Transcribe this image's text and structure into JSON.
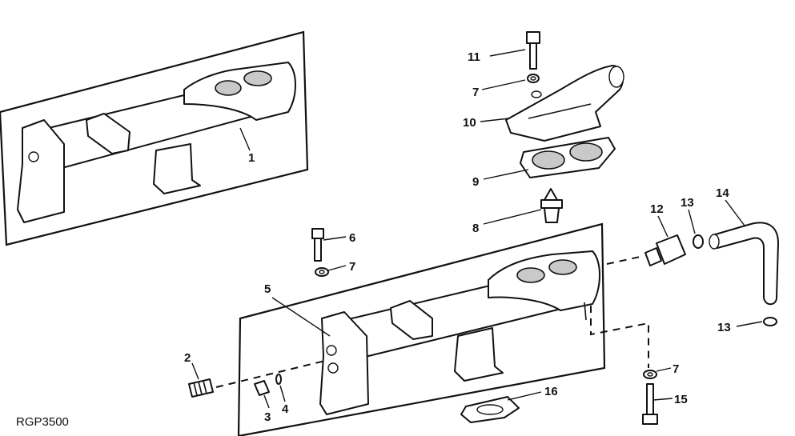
{
  "figure_ref": "RGP3500",
  "callouts": {
    "c1": "1",
    "c2": "2",
    "c3": "3",
    "c4": "4",
    "c5": "5",
    "c6": "6",
    "c7a": "7",
    "c7b": "7",
    "c7c": "7",
    "c8": "8",
    "c9": "9",
    "c10": "10",
    "c11": "11",
    "c12": "12",
    "c13a": "13",
    "c13b": "13",
    "c14": "14",
    "c15": "15",
    "c16": "16"
  }
}
